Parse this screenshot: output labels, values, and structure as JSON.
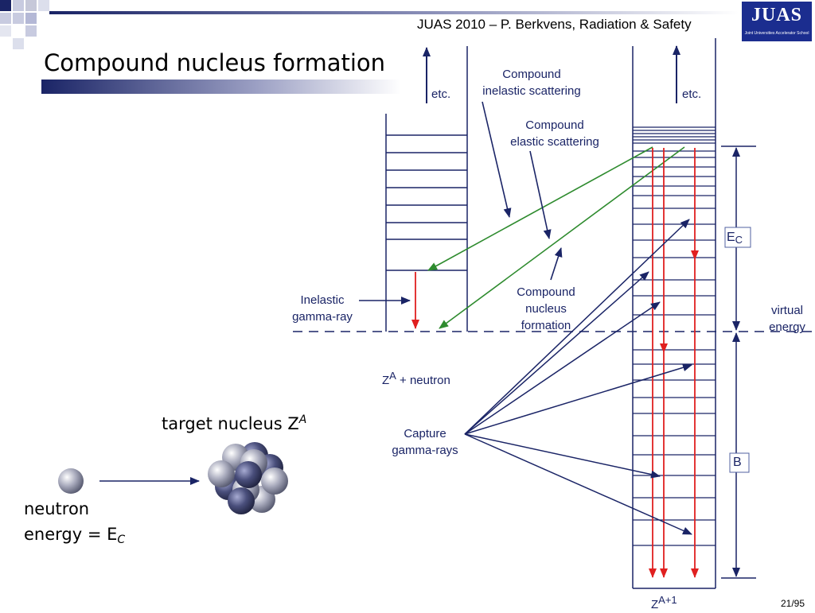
{
  "header": {
    "running_title": "JUAS 2010 – P. Berkvens, Radiation & Safety",
    "logo_text": "JUAS",
    "logo_subtext": "Joint Universities Accelerator School"
  },
  "slide": {
    "title": "Compound nucleus formation",
    "page_number": "21/95"
  },
  "diagram": {
    "left_etc": "etc.",
    "right_etc": "etc.",
    "compound_inelastic": [
      "Compound",
      "inelastic scattering"
    ],
    "compound_elastic": [
      "Compound",
      "elastic scattering"
    ],
    "inelastic_gamma": [
      "Inelastic",
      "gamma-ray"
    ],
    "compound_formation": [
      "Compound",
      "nucleus",
      "formation"
    ],
    "ec_box": {
      "main": "E",
      "sub": "C"
    },
    "virtual_energy": [
      "virtual",
      "energy"
    ],
    "b_box": "B",
    "za_plus_neutron": {
      "main": "Z",
      "sup": "A",
      "rest": " + neutron"
    },
    "capture_gamma": [
      "Capture",
      "gamma-rays"
    ],
    "za1": {
      "main": "Z",
      "sup": "A+1"
    },
    "target_nucleus": {
      "text": "target nucleus Z",
      "sup": "A"
    },
    "neutron": "neutron",
    "neutron_energy": {
      "text": "energy = E",
      "sub": "C"
    }
  },
  "colors": {
    "navy": "#1a2466",
    "green": "#2e8b2e",
    "red": "#e02020",
    "logo_blue": "#1b2d8f"
  }
}
